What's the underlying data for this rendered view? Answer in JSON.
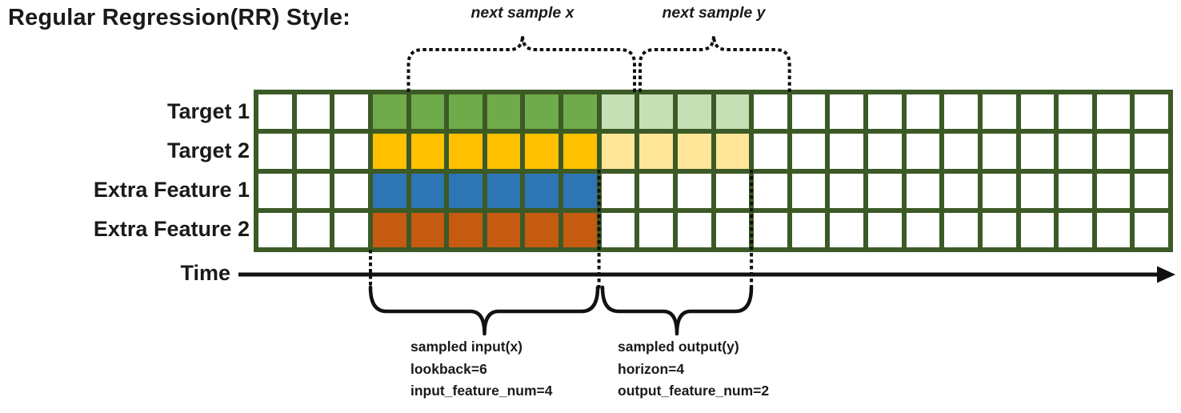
{
  "title": "Regular Regression(RR) Style:",
  "annotations": {
    "next_sample_x": "next sample x",
    "next_sample_y": "next sample y",
    "time_label": "Time",
    "input_caption_lines": [
      "sampled input(x)",
      "lookback=6",
      "input_feature_num=4"
    ],
    "output_caption_lines": [
      "sampled output(y)",
      "horizon=4",
      "output_feature_num=2"
    ]
  },
  "grid": {
    "columns": 24,
    "blank_before": 3,
    "lookback": 6,
    "horizon": 4,
    "line_color": "#3c5a26",
    "empty_color": "#ffffff",
    "rows": [
      {
        "label": "Target 1",
        "input_color": "#6fab4a",
        "output_color": "#c5e0b4"
      },
      {
        "label": "Target 2",
        "input_color": "#ffc000",
        "output_color": "#ffe699"
      },
      {
        "label": "Extra Feature 1",
        "input_color": "#2e75b6",
        "output_color": "#ffffff"
      },
      {
        "label": "Extra Feature 2",
        "input_color": "#c55a11",
        "output_color": "#ffffff"
      }
    ]
  },
  "colors": {
    "stroke_black": "#111111"
  }
}
